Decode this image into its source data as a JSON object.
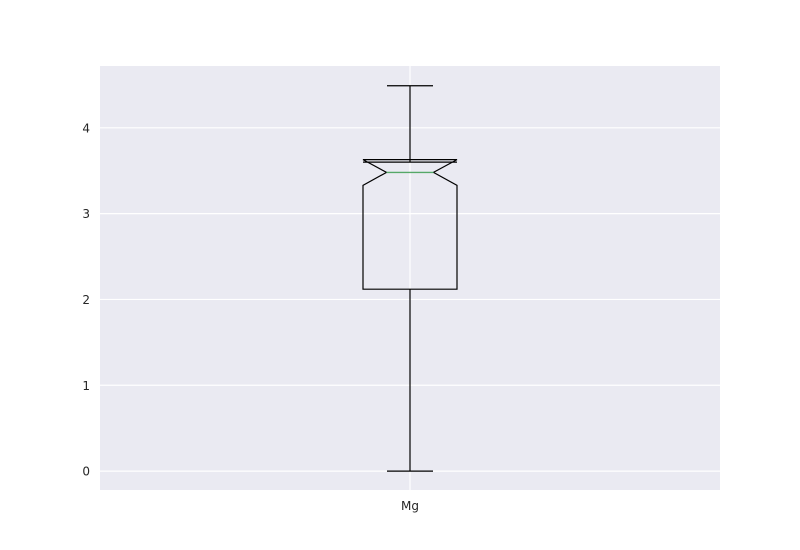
{
  "chart_data": {
    "type": "box",
    "categories": [
      "Mg"
    ],
    "boxes": [
      {
        "label": "Mg",
        "whisker_low": 0.0,
        "q1": 2.12,
        "median": 3.48,
        "q3": 3.6,
        "whisker_high": 4.49,
        "notch_low": 3.33,
        "notch_high": 3.63
      }
    ],
    "yticks": [
      0,
      1,
      2,
      3,
      4
    ],
    "ylim": [
      -0.22,
      4.72
    ],
    "grid": true,
    "title": "",
    "xlabel": "",
    "ylabel": ""
  },
  "colors": {
    "plot_background": "#eaeaf2",
    "grid": "#ffffff",
    "box_edge": "#000000",
    "median": "#55a868",
    "text": "#262626"
  }
}
